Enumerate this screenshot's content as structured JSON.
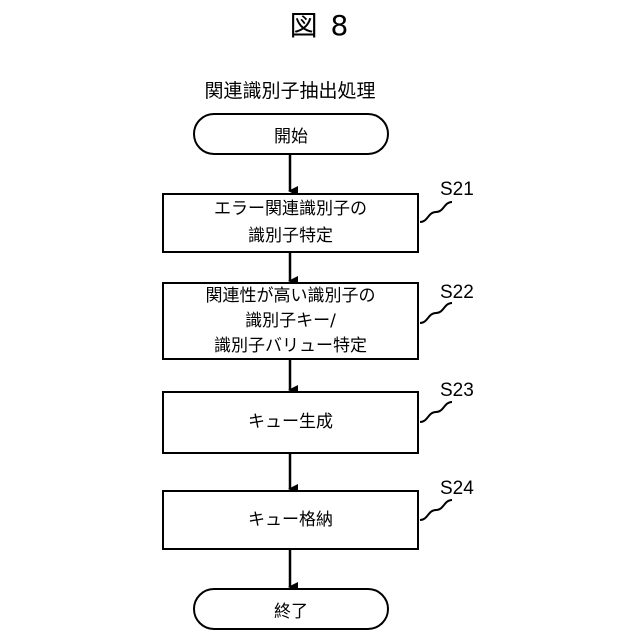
{
  "figure": {
    "title": "図 8"
  },
  "process": {
    "title": "関連識別子抽出処理"
  },
  "start": {
    "label": "開始"
  },
  "steps": [
    {
      "id": "S21",
      "lines": [
        "エラー関連識別子の",
        "識別子特定"
      ]
    },
    {
      "id": "S22",
      "lines": [
        "関連性が高い識別子の",
        "識別子キー/",
        "識別子バリュー特定"
      ]
    },
    {
      "id": "S23",
      "lines": [
        "キュー生成"
      ]
    },
    {
      "id": "S24",
      "lines": [
        "キュー格納"
      ]
    }
  ],
  "end": {
    "label": "終了"
  }
}
